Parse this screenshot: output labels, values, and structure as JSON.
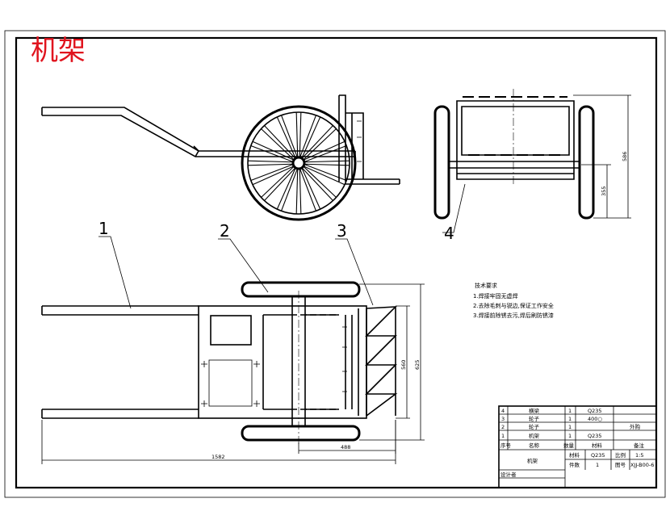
{
  "drawing": {
    "title": "机架",
    "balloons": [
      "1",
      "2",
      "3",
      "4"
    ],
    "dimensions": {
      "overall_length": "1582",
      "front_width": "488",
      "frame_width": "560",
      "overall_width": "625",
      "side_height": "586",
      "axle_height": "355"
    },
    "notes": {
      "heading": "技术要求",
      "items": [
        "1.焊接牢固无虚焊",
        "2.去除毛刺与锐边,保证工作安全",
        "3.焊接前除锈去污,焊后刷防锈漆"
      ]
    }
  },
  "title_block": {
    "parts": [
      {
        "no": "4",
        "name": "横梁",
        "qty": "1",
        "material": "Q235",
        "note": ""
      },
      {
        "no": "3",
        "name": "轮子",
        "qty": "1",
        "material": "400○",
        "note": "外购"
      },
      {
        "no": "2",
        "name": "轮子",
        "qty": "1",
        "material": "",
        "note": ""
      },
      {
        "no": "1",
        "name": "机架",
        "qty": "1",
        "material": "Q235",
        "note": ""
      }
    ],
    "header": {
      "no": "序号",
      "name": "名称",
      "qty": "数量",
      "material": "材料",
      "note": "备注"
    },
    "drawing_name": "机架",
    "material_label": "材料",
    "material": "Q235",
    "scale_label": "比例",
    "scale": "1:5",
    "count_label": "件数",
    "count": "1",
    "drawing_no_label": "图号",
    "drawing_no": "XJJ-B00-6",
    "designer_label": "设计者"
  }
}
